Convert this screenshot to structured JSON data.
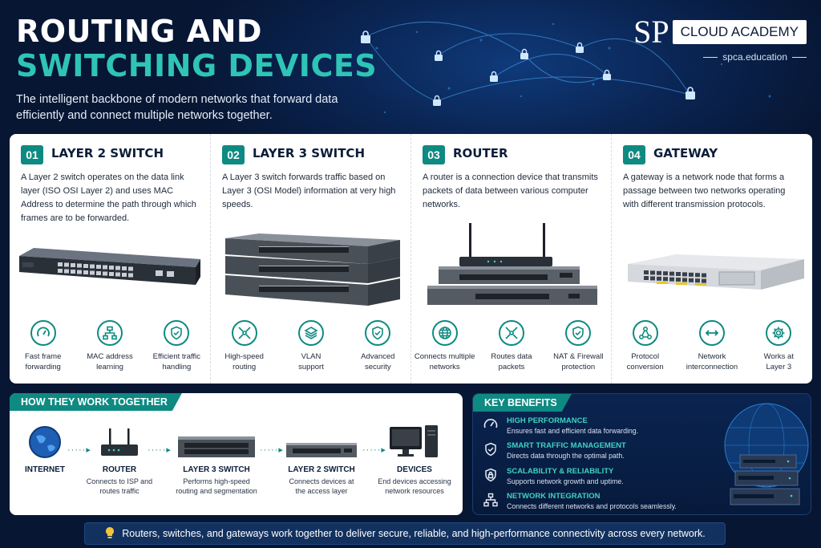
{
  "header": {
    "title_line1": "ROUTING AND",
    "title_line2": "SWITCHING DEVICES",
    "subtitle": "The intelligent backbone of modern networks that forward data efficiently and connect multiple networks together."
  },
  "logo": {
    "mark": "SP",
    "name": "CLOUD ACADEMY",
    "url": "spca.education"
  },
  "colors": {
    "accent": "#0e8a82",
    "title_accent": "#2ec4b6",
    "navy": "#071633"
  },
  "devices": [
    {
      "number": "01",
      "title": "LAYER 2 SWITCH",
      "description": "A Layer 2 switch operates on the data link layer (ISO OSI Layer 2) and uses MAC Address to determine the path through which frames are to be forwarded.",
      "features": [
        {
          "icon": "speedometer-icon",
          "label": "Fast frame\nforwarding"
        },
        {
          "icon": "hierarchy-icon",
          "label": "MAC address\nlearning"
        },
        {
          "icon": "shield-check-icon",
          "label": "Efficient traffic\nhandling"
        }
      ]
    },
    {
      "number": "02",
      "title": "LAYER 3 SWITCH",
      "description": "A Layer 3 switch forwards traffic based on Layer 3 (OSI Model) information at very high speeds.",
      "features": [
        {
          "icon": "network-arrows-icon",
          "label": "High-speed\nrouting"
        },
        {
          "icon": "layers-icon",
          "label": "VLAN\nsupport"
        },
        {
          "icon": "shield-check-icon",
          "label": "Advanced\nsecurity"
        }
      ]
    },
    {
      "number": "03",
      "title": "ROUTER",
      "description": "A router is a connection device that transmits packets of data between various computer networks.",
      "features": [
        {
          "icon": "globe-icon",
          "label": "Connects multiple\nnetworks"
        },
        {
          "icon": "network-arrows-icon",
          "label": "Routes data\npackets"
        },
        {
          "icon": "shield-check-icon",
          "label": "NAT & Firewall\nprotection"
        }
      ]
    },
    {
      "number": "04",
      "title": "GATEWAY",
      "description": "A gateway is a network node that forms a passage between two networks operating with different transmission protocols.",
      "features": [
        {
          "icon": "protocol-nodes-icon",
          "label": "Protocol\nconversion"
        },
        {
          "icon": "double-arrow-icon",
          "label": "Network\ninterconnection"
        },
        {
          "icon": "gear-icon",
          "label": "Works at\nLayer 3"
        }
      ]
    }
  ],
  "how": {
    "title": "HOW THEY WORK TOGETHER",
    "steps": [
      {
        "name": "INTERNET",
        "desc": ""
      },
      {
        "name": "ROUTER",
        "desc": "Connects to ISP and\nroutes traffic"
      },
      {
        "name": "LAYER 3 SWITCH",
        "desc": "Performs high-speed\nrouting and segmentation"
      },
      {
        "name": "LAYER 2 SWITCH",
        "desc": "Connects devices at\nthe access layer"
      },
      {
        "name": "DEVICES",
        "desc": "End devices accessing\nnetwork resources"
      }
    ]
  },
  "benefits": {
    "title": "KEY BENEFITS",
    "items": [
      {
        "icon": "speedometer-icon",
        "title": "HIGH PERFORMANCE",
        "desc": "Ensures fast and efficient data forwarding."
      },
      {
        "icon": "shield-check-icon",
        "title": "SMART TRAFFIC MANAGEMENT",
        "desc": "Directs data through the optimal path."
      },
      {
        "icon": "lock-shield-icon",
        "title": "SCALABILITY & RELIABILITY",
        "desc": "Supports network growth and uptime."
      },
      {
        "icon": "network-nodes-icon",
        "title": "NETWORK INTEGRATION",
        "desc": "Connects different networks and protocols seamlessly."
      }
    ]
  },
  "footer": {
    "icon": "lightbulb-icon",
    "text": "Routers, switches, and gateways work together to deliver secure, reliable, and high-performance connectivity across every network."
  }
}
